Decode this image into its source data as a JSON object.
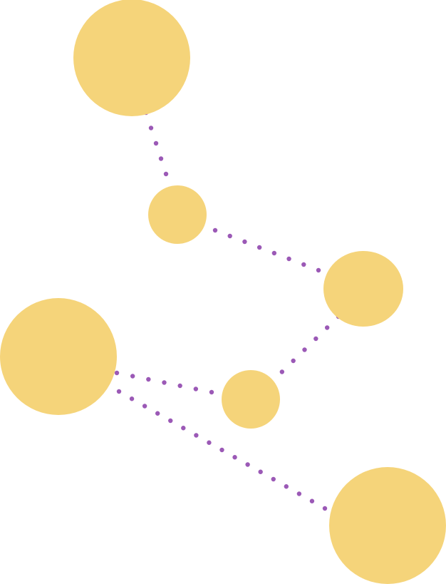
{
  "diagram": {
    "type": "node-graph",
    "colors": {
      "node": "#f5d47a",
      "edge": "#9b59b6",
      "background": "#ffffff"
    },
    "nodes": [
      "n1",
      "n2",
      "n3",
      "n4",
      "n5",
      "n6"
    ],
    "edges": [
      {
        "from": "n1",
        "to": "n2",
        "style": "dotted"
      },
      {
        "from": "n2",
        "to": "n3",
        "style": "dotted"
      },
      {
        "from": "n3",
        "to": "n5",
        "style": "dotted"
      },
      {
        "from": "n4",
        "to": "n5",
        "style": "dotted"
      },
      {
        "from": "n4",
        "to": "n6",
        "style": "dotted"
      }
    ]
  }
}
